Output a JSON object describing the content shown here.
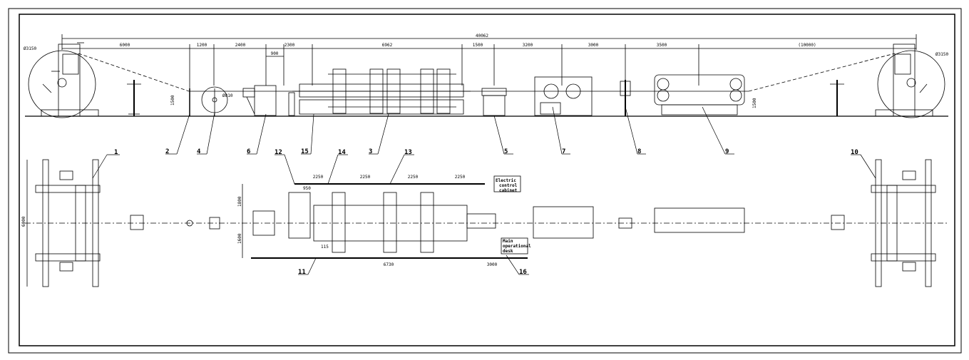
{
  "drawing": {
    "overall_length": "40062",
    "payoff_diameter_left": "Ø3150",
    "payoff_diameter_right": "Ø3150",
    "guide_wheel_diameter": "Ø810",
    "top_dimensions": [
      "6000",
      "1200",
      "2400",
      "2300",
      "6962",
      "1500",
      "3200",
      "3000",
      "3500",
      "(10000)"
    ],
    "sub_dimension": "900",
    "height_dim_left": "1500",
    "height_dim_right": "1500",
    "bottom_dimensions": [
      "6730",
      "3000"
    ],
    "upper_rail_dimensions": [
      "2250",
      "2250",
      "2250",
      "2250"
    ],
    "vertical_dims": [
      "1800",
      "1600"
    ],
    "width_dim": "6000",
    "small_dims": [
      "950",
      "115"
    ],
    "elevation_labels": [
      "2",
      "4",
      "6",
      "15",
      "3",
      "5",
      "7",
      "8",
      "9"
    ],
    "plan_labels": [
      "1",
      "12",
      "14",
      "13",
      "10",
      "11",
      "16"
    ],
    "notes": {
      "electric_cabinet": [
        "Electric",
        "control",
        "cabinet"
      ],
      "main_desk": [
        "Main",
        "operational",
        "desk"
      ]
    }
  }
}
